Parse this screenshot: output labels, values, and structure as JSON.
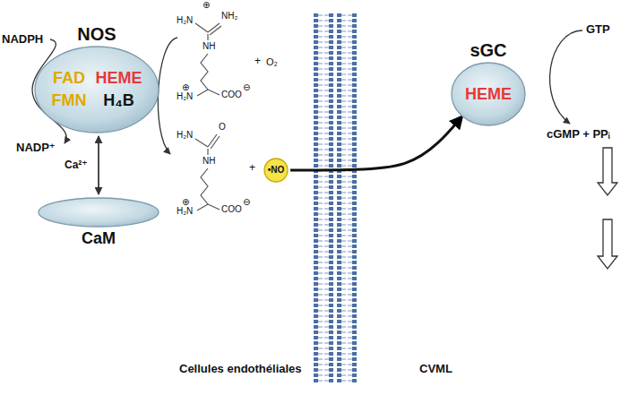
{
  "diagram": {
    "nodes": [
      {
        "text": [
          "NOS",
          "FAD",
          "HEME",
          "FMN",
          "H₄B"
        ]
      },
      {
        "text": [
          "CaM"
        ]
      },
      {
        "text": [
          "•NO"
        ]
      },
      {
        "text": [
          "sGC",
          "HEME"
        ]
      }
    ],
    "edges": [
      {
        "from": 0,
        "to": 1,
        "arrow": "both",
        "label": "Ca²⁺"
      },
      {
        "from": 2,
        "to": 3,
        "arrow": "to"
      }
    ],
    "labels": [
      "NADPH",
      "NADP⁺",
      "⊕",
      "H₂N",
      "NH₂",
      "NH",
      "⊕",
      "H₂N",
      "COO",
      "⊖",
      "+",
      "O₂",
      "H₂N",
      "O",
      "NH",
      "⊕",
      "H₂N",
      "COO",
      "⊖",
      "+",
      "GTP",
      "cGMP + PPᵢ",
      "Cellules endothéliales",
      "CVML"
    ]
  }
}
